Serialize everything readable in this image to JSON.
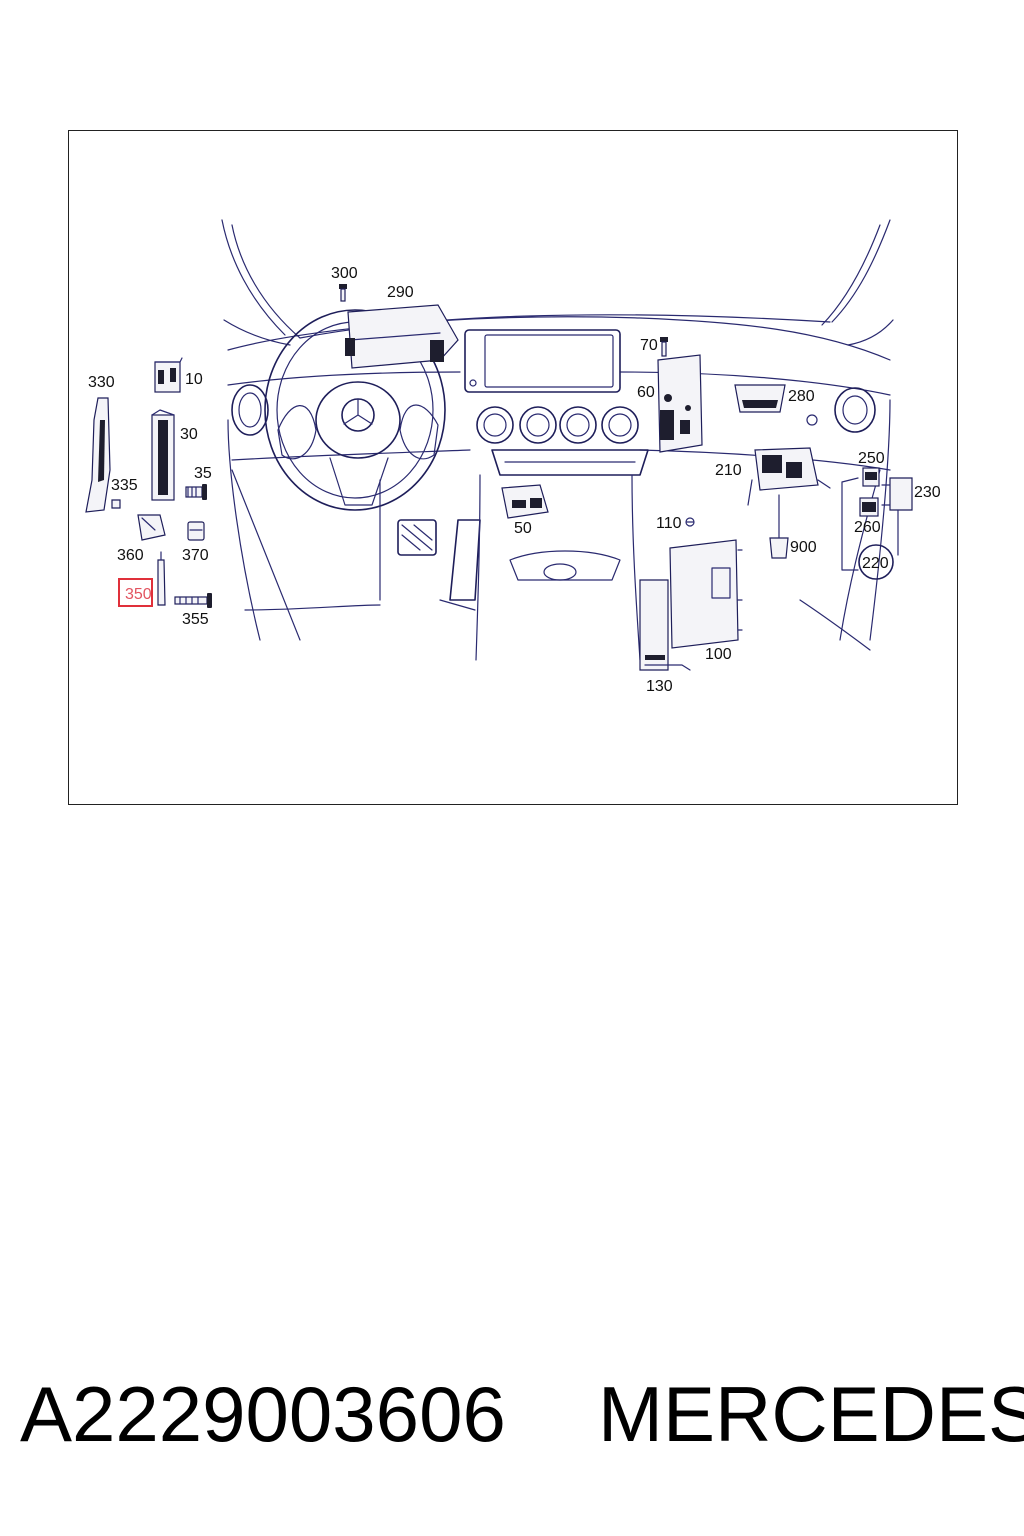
{
  "callouts": {
    "c10": "10",
    "c30": "30",
    "c35": "35",
    "c50": "50",
    "c60": "60",
    "c70": "70",
    "c100": "100",
    "c110": "110",
    "c130": "130",
    "c210": "210",
    "c220": "220",
    "c230": "230",
    "c250": "250",
    "c260": "260",
    "c280": "280",
    "c290": "290",
    "c300": "300",
    "c330": "330",
    "c335": "335",
    "c350": "350",
    "c355": "355",
    "c360": "360",
    "c370": "370",
    "c900": "900"
  },
  "highlight": {
    "label": "350",
    "border_color": "#e0303a",
    "text_color": "#e25460"
  },
  "footer": {
    "part_number": "A2229003606",
    "brand": "MERCEDES"
  },
  "colors": {
    "line": "#2a2a70",
    "background": "#ffffff"
  }
}
